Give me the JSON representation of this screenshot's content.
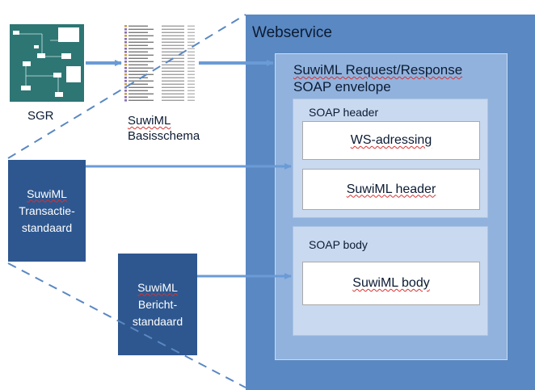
{
  "webservice": {
    "title": "Webservice"
  },
  "envelope": {
    "title_line1": "SuwiML Request/Response",
    "title_line2": "SOAP envelope"
  },
  "soap_header": {
    "title": "SOAP header",
    "ws_adressing": "WS-adressing",
    "suwiml_header": "SuwiML header"
  },
  "soap_body": {
    "title": "SOAP body",
    "suwiml_body": "SuwiML body"
  },
  "inputs": {
    "sgr": "SGR",
    "basisschema_line1": "SuwiML",
    "basisschema_line2": "Basisschema",
    "transactie_line1": "SuwiML",
    "transactie_line2": "Transactie-",
    "transactie_line3": "standaard",
    "bericht_line1": "SuwiML",
    "bericht_line2": "Bericht-",
    "bericht_line3": "standaard"
  },
  "colors": {
    "webservice_bg": "#5a88c2",
    "envelope_bg": "#91b2dd",
    "section_bg": "#c9d9ef",
    "standard_box": "#2e578f",
    "arrow": "#6a9bd6",
    "dashed_line": "#5a88c2"
  }
}
